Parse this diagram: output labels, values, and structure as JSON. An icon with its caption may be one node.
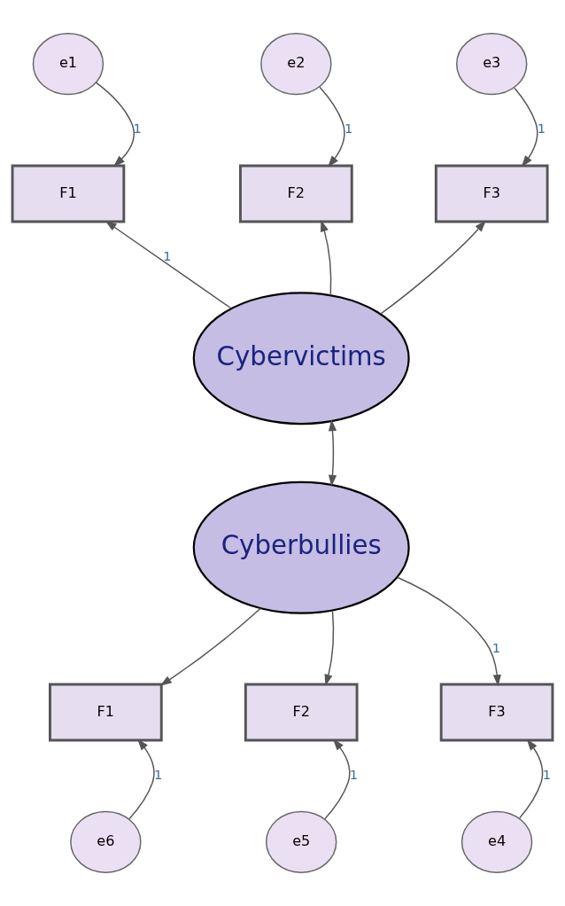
{
  "diagram": {
    "nodes": [
      {
        "text": [
          "e1"
        ]
      },
      {
        "text": [
          "e2"
        ]
      },
      {
        "text": [
          "e3"
        ]
      },
      {
        "text": [
          "F1"
        ]
      },
      {
        "text": [
          "F2"
        ]
      },
      {
        "text": [
          "F3"
        ]
      },
      {
        "text": [
          "Cybervictims"
        ]
      },
      {
        "text": [
          "Cyberbullies"
        ]
      },
      {
        "text": [
          "F1"
        ]
      },
      {
        "text": [
          "F2"
        ]
      },
      {
        "text": [
          "F3"
        ]
      },
      {
        "text": [
          "e6"
        ]
      },
      {
        "text": [
          "e5"
        ]
      },
      {
        "text": [
          "e4"
        ]
      }
    ],
    "edges": [
      {
        "from": 0,
        "to": 3,
        "arrow": "to",
        "label": "1"
      },
      {
        "from": 1,
        "to": 4,
        "arrow": "to",
        "label": "1"
      },
      {
        "from": 2,
        "to": 5,
        "arrow": "to",
        "label": "1"
      },
      {
        "from": 6,
        "to": 3,
        "arrow": "to",
        "label": "1"
      },
      {
        "from": 6,
        "to": 4,
        "arrow": "to"
      },
      {
        "from": 6,
        "to": 5,
        "arrow": "to"
      },
      {
        "from": 7,
        "to": 6,
        "arrow": "both"
      },
      {
        "from": 7,
        "to": 8,
        "arrow": "to"
      },
      {
        "from": 7,
        "to": 9,
        "arrow": "to"
      },
      {
        "from": 7,
        "to": 10,
        "arrow": "to",
        "label": "1"
      },
      {
        "from": 11,
        "to": 8,
        "arrow": "to",
        "label": "1"
      },
      {
        "from": 12,
        "to": 9,
        "arrow": "to",
        "label": "1"
      },
      {
        "from": 13,
        "to": 10,
        "arrow": "to",
        "label": "1"
      }
    ]
  }
}
